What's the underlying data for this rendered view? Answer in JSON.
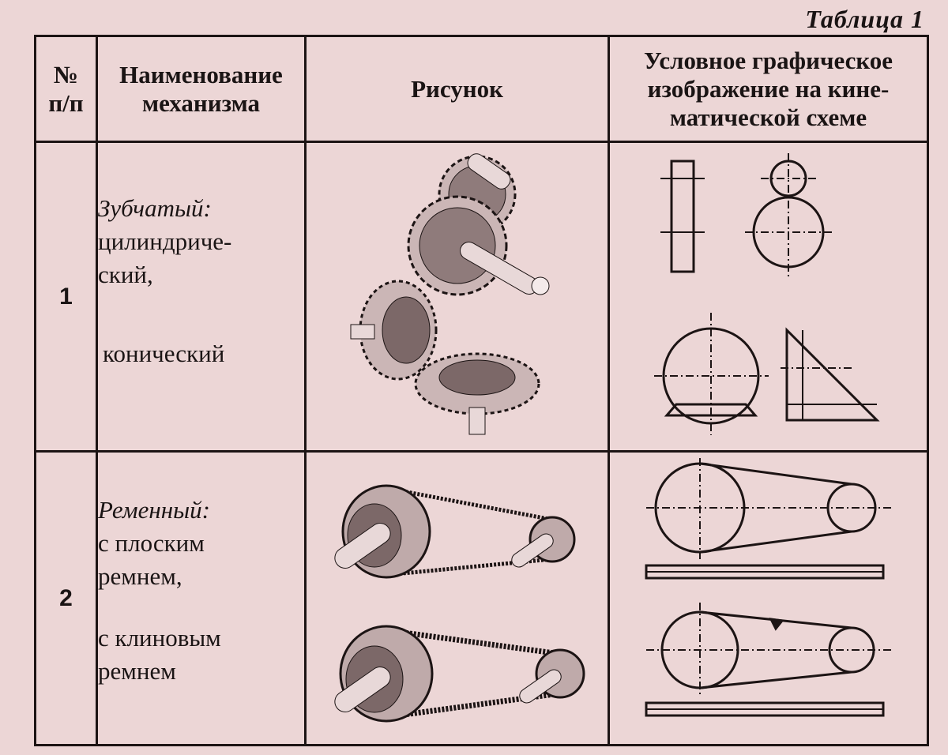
{
  "caption": "Таблица 1",
  "headers": {
    "num": [
      "№",
      "п/п"
    ],
    "name": [
      "Наименование",
      "механизма"
    ],
    "picture": "Рисунок",
    "symbol": [
      "Условное графическое",
      "изображение на кине-",
      "матической схеме"
    ]
  },
  "rows": [
    {
      "num": "1",
      "title": "Зубчатый:",
      "kinds": [
        "цилиндриче-",
        "ский,",
        "конический"
      ]
    },
    {
      "num": "2",
      "title": "Ременный:",
      "kinds": [
        "с плоским",
        "ремнем,",
        "с клиновым",
        "ремнем"
      ]
    }
  ],
  "icons": {
    "spur_gear": "spur-gear-icon",
    "bevel_gear": "bevel-gear-icon",
    "flat_belt": "flat-belt-drive-icon",
    "v_belt": "v-belt-drive-icon"
  }
}
